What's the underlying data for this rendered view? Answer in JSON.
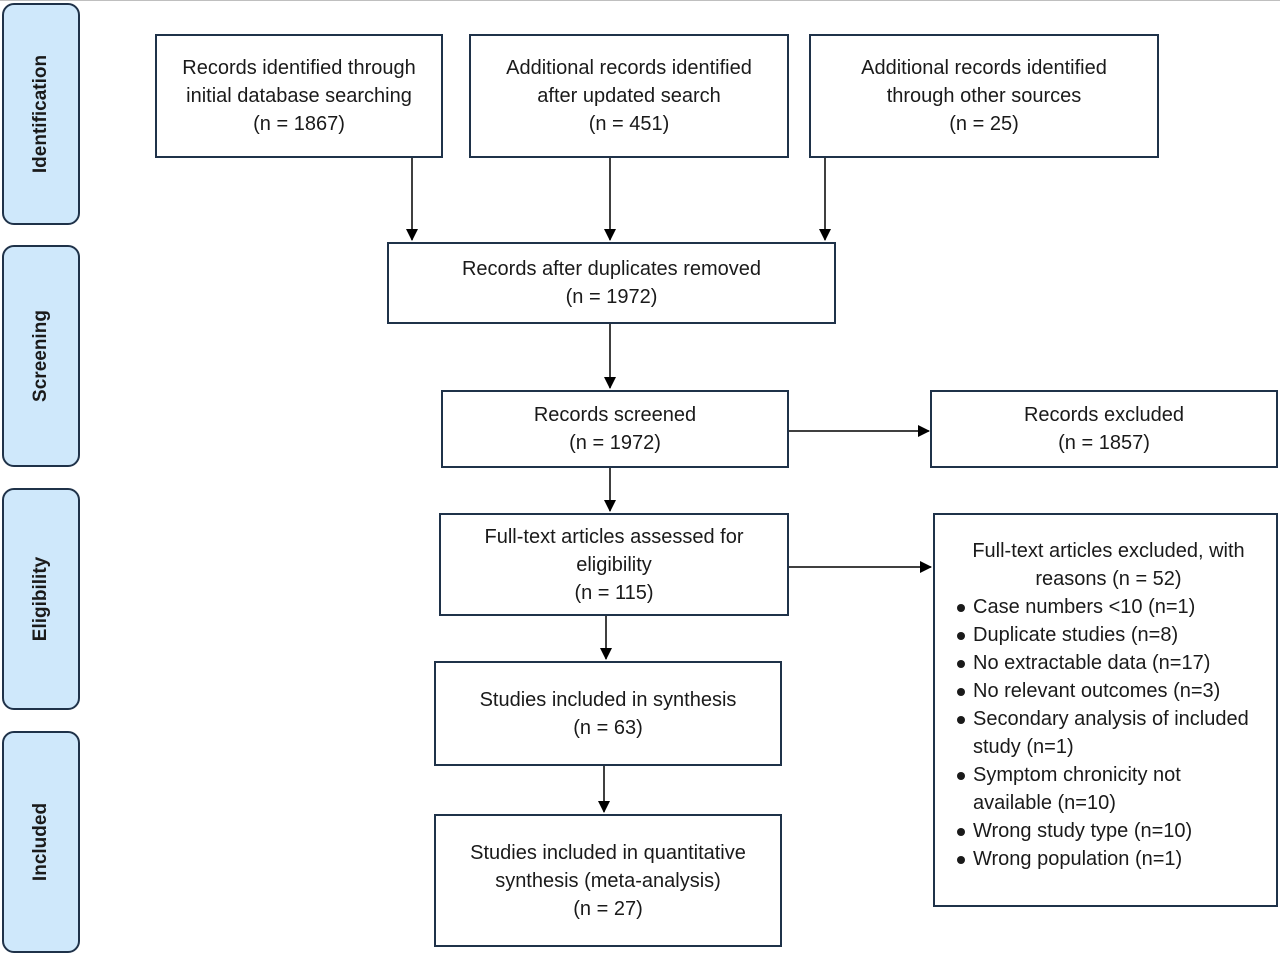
{
  "phases": {
    "identification": "Identification",
    "screening": "Screening",
    "eligibility": "Eligibility",
    "included": "Included"
  },
  "boxes": {
    "db_search": {
      "lines": [
        "Records identified through",
        "initial database searching",
        "(n = 1867)"
      ]
    },
    "updated_search": {
      "lines": [
        "Additional records identified",
        "after updated search",
        "(n = 451)"
      ]
    },
    "other_sources": {
      "lines": [
        "Additional records identified",
        "through other sources",
        "(n = 25)"
      ]
    },
    "duplicates_removed": {
      "lines": [
        "Records after duplicates removed",
        "(n = 1972)"
      ]
    },
    "screened": {
      "lines": [
        "Records screened",
        "(n = 1972)"
      ]
    },
    "excluded": {
      "lines": [
        "Records excluded",
        "(n = 1857)"
      ]
    },
    "fulltext_assessed": {
      "lines": [
        "Full-text articles assessed for",
        "eligibility",
        "(n = 115)"
      ]
    },
    "synthesis": {
      "lines": [
        "Studies included in synthesis",
        "(n = 63)"
      ]
    },
    "meta_analysis": {
      "lines": [
        "Studies included in quantitative",
        "synthesis (meta-analysis)",
        "(n = 27)"
      ]
    },
    "fulltext_excluded": {
      "heading": [
        "Full-text articles excluded, with",
        "reasons (n = 52)"
      ],
      "reasons": [
        "Case numbers <10 (n=1)",
        "Duplicate studies (n=8)",
        "No extractable data (n=17)",
        "No relevant outcomes (n=3)",
        "Secondary analysis of included study (n=1)",
        "Symptom chronicity not available (n=10)",
        "Wrong study type (n=10)",
        "Wrong population (n=1)"
      ]
    }
  },
  "colors": {
    "phase_fill": "#cfe8fb",
    "border": "#1f3249",
    "arrow": "#000000"
  }
}
